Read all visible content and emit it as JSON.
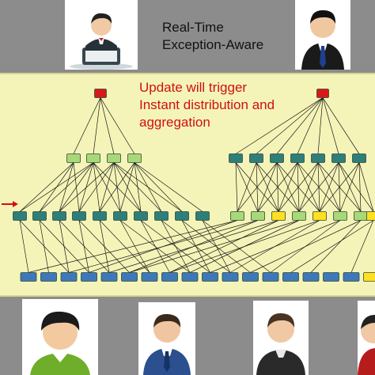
{
  "header": {
    "title_line1": "Real-Time",
    "title_line2": "Exception-Aware"
  },
  "annotation": {
    "line1": "Update will trigger",
    "line2": "Instant distribution and",
    "line3": "aggregation"
  },
  "colors": {
    "root_node": "#d81818",
    "mid_node_green": "#a8d878",
    "mid_node_teal": "#2e7f7a",
    "leaf_node": "#3f78b8",
    "highlight_node": "#ffe020",
    "annotation_text": "#d01010",
    "panel_bg": "#f5f4b8",
    "band_bg": "#8c8c8c"
  },
  "icons": {
    "top_left": "office-worker-at-desk-icon",
    "top_right": "businessman-avatar-icon",
    "bottom_1": "boy-avatar-icon",
    "bottom_2": "businessman-blue-suit-icon",
    "bottom_3": "man-avatar-icon",
    "bottom_4": "partial-avatar-icon",
    "input_arrow": "red-arrow-icon"
  }
}
